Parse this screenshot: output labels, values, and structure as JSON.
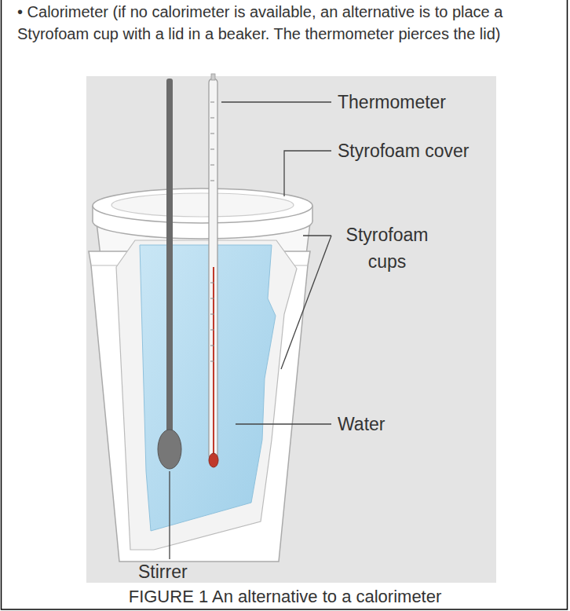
{
  "diagram": {
    "caption": "FIGURE 1 An alternative to a calorimeter",
    "labels": [
      "• Calorimeter (if no calorimeter is available, an alternative is to place a Styrofoam cup with a lid in a beaker. The thermometer pierces the lid)",
      "Thermometer",
      "Styrofoam cover",
      "Styrofoam cups",
      "Water",
      "Stirrer"
    ]
  }
}
